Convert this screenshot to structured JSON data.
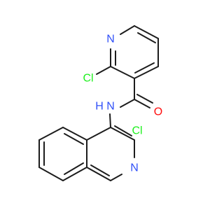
{
  "molecule": {
    "colors": {
      "bond": "#1c1c1c",
      "carbon": "#1c1c1c",
      "nitrogen": "#3050F8",
      "oxygen": "#FF0D0D",
      "chlorine": "#1FF01F"
    },
    "atoms": {
      "pyridine_n": "N",
      "pyridine_cl": "Cl",
      "carbonyl_o": "O",
      "amide_nh": "N",
      "amide_h": "H",
      "isoquinoline_cl": "Cl",
      "isoquinoline_n": "N"
    }
  }
}
